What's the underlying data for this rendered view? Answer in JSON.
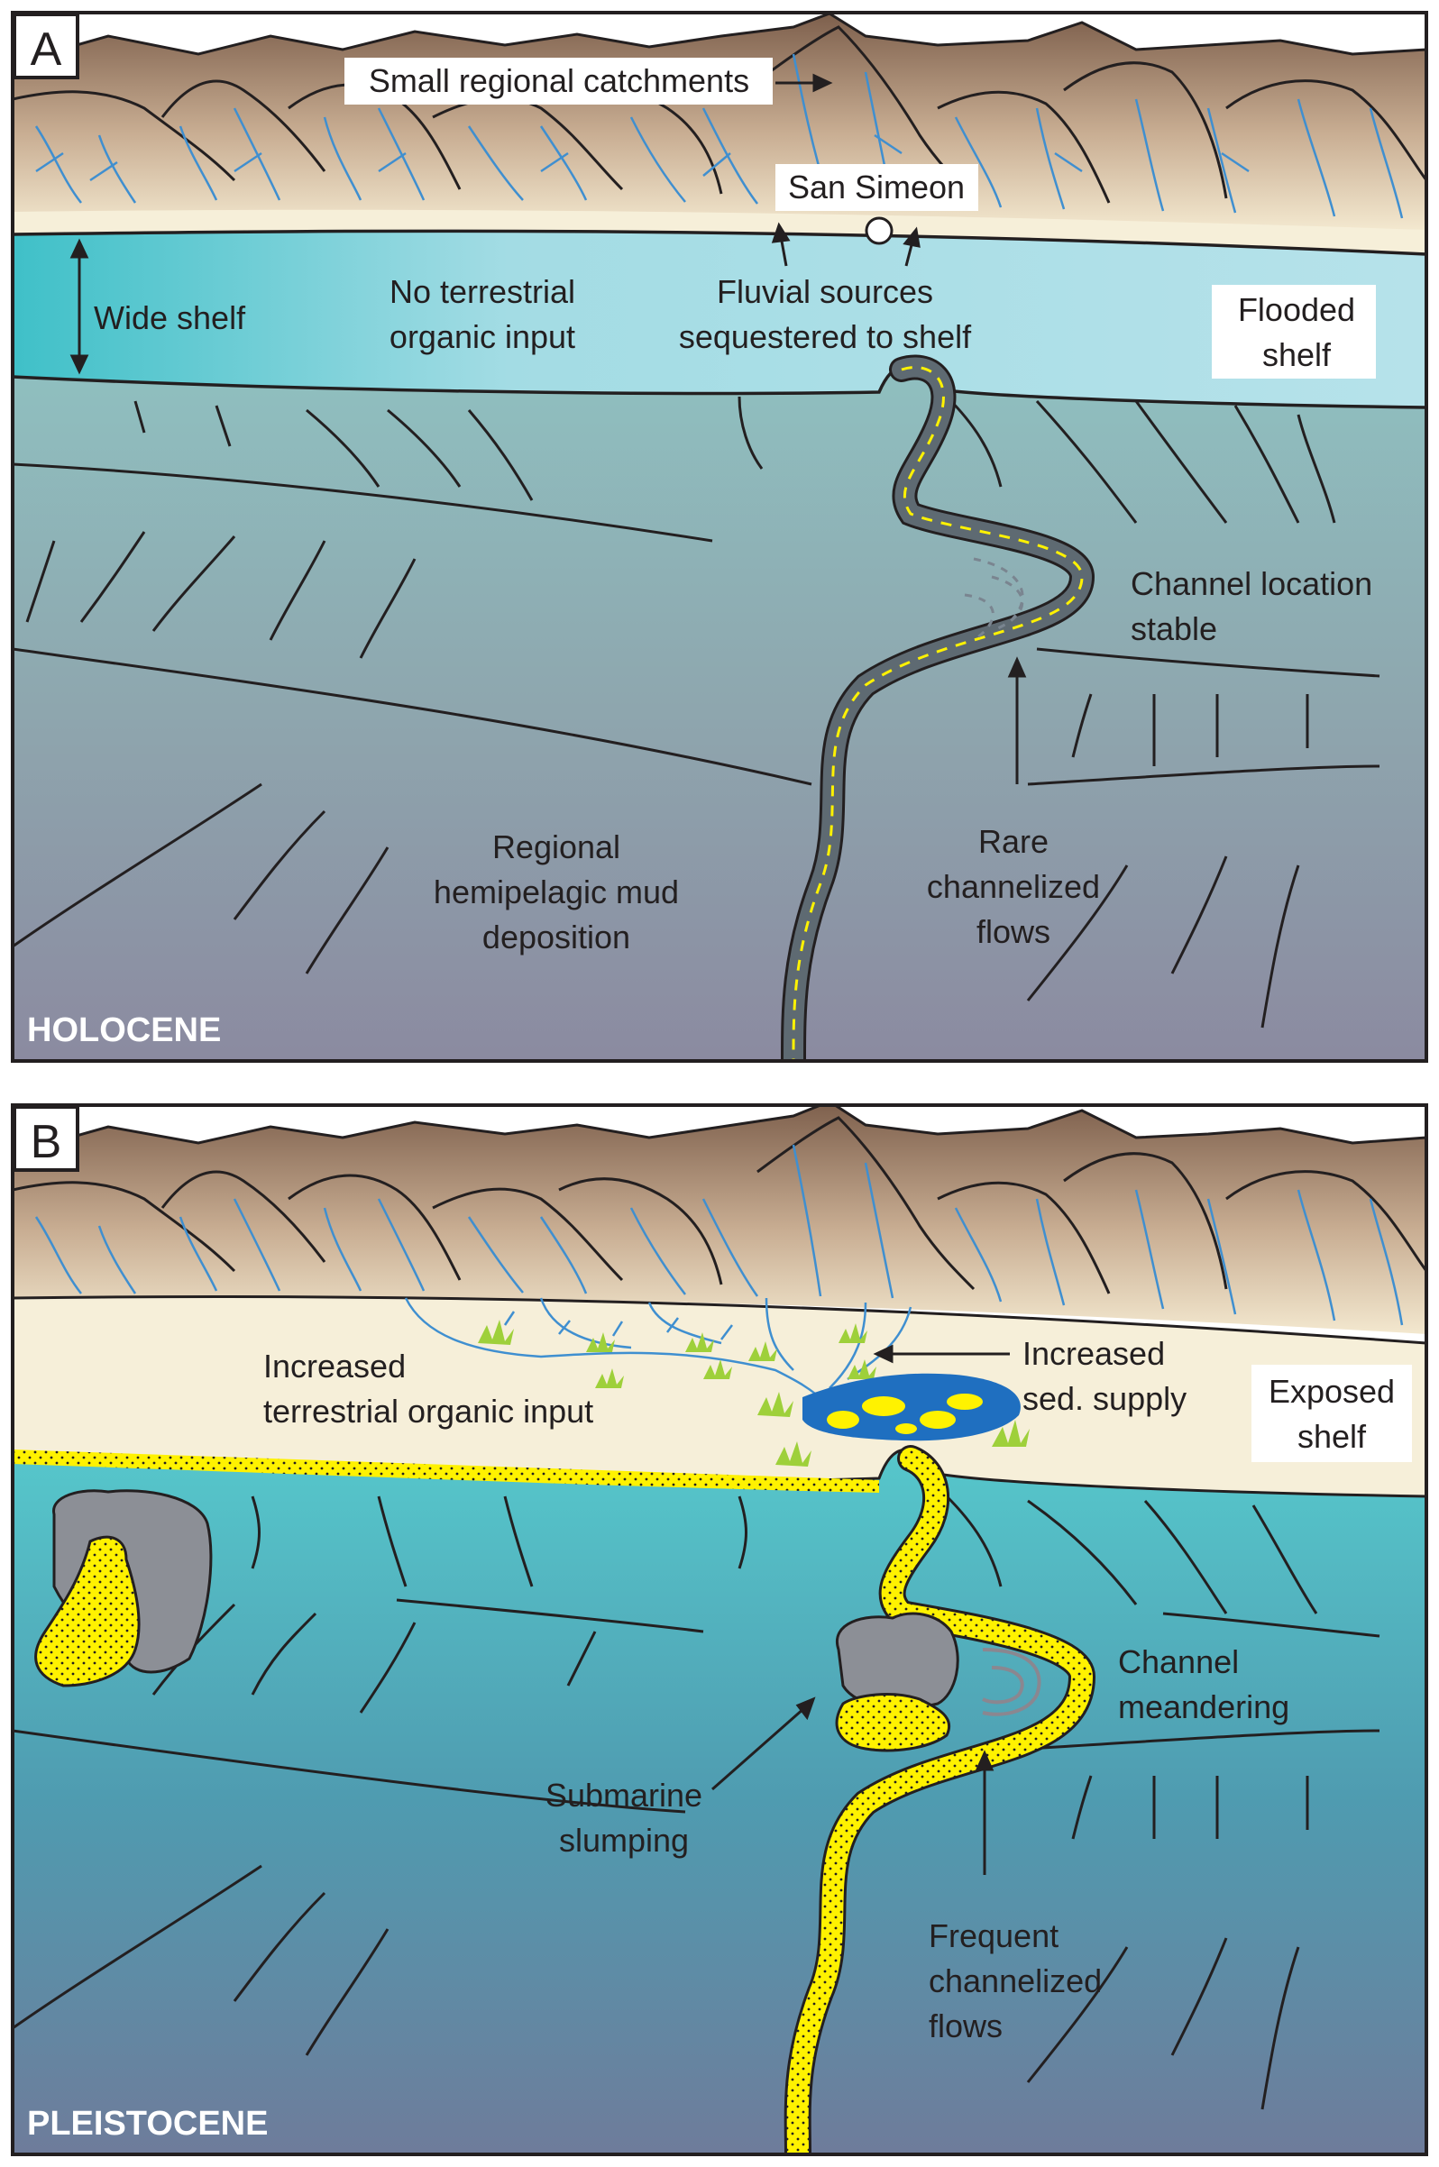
{
  "panel_a": {
    "letter": "A",
    "era": "HOLOCENE",
    "catchments": "Small regional catchments",
    "town": "San Simeon",
    "wide_shelf": "Wide shelf",
    "no_input": [
      "No terrestrial",
      "organic input"
    ],
    "fluvial": [
      "Fluvial sources",
      "sequestered to shelf"
    ],
    "flooded": [
      "Flooded",
      "shelf"
    ],
    "channel_stable": [
      "Channel location",
      "stable"
    ],
    "rare_flows": [
      "Rare",
      "channelized",
      "flows"
    ],
    "hemipelagic": [
      "Regional",
      "hemipelagic mud",
      "deposition"
    ]
  },
  "panel_b": {
    "letter": "B",
    "era": "PLEISTOCENE",
    "increased_input": [
      "Increased",
      "terrestrial organic input"
    ],
    "increased_supply": [
      "Increased",
      "sed. supply"
    ],
    "exposed": [
      "Exposed",
      "shelf"
    ],
    "meandering": [
      "Channel",
      "meandering"
    ],
    "slumping": [
      "Submarine",
      "slumping"
    ],
    "frequent_flows": [
      "Frequent",
      "channelized",
      "flows"
    ]
  },
  "colors": {
    "mountain_top": "#8a6b55",
    "mountain_low": "#e3d2b6",
    "beach": "#f6efd9",
    "shelf_flooded": "#a8dde6",
    "slope_a_top": "#8fbfc0",
    "slope_a_bottom": "#8a8aa0",
    "slope_b_top": "#5cc8cc",
    "slope_b_bottom": "#6f7d9c",
    "river": "#3f8fd0",
    "sand": "#fff200",
    "outline": "#231f20"
  }
}
